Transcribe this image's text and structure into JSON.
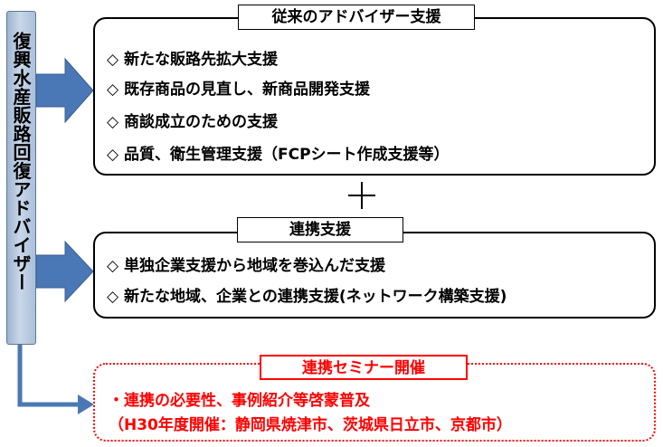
{
  "advisor": {
    "label": "復興水産販路回復アドバイザー"
  },
  "traditional": {
    "title": "従来のアドバイザー支援",
    "items": [
      "◇ 新たな販路先拡大支援",
      "◇ 既存商品の見直し、新商品開発支援",
      "◇ 商談成立のための支援",
      "◇ 品質、衛生管理支援（FCPシート作成支援等）"
    ]
  },
  "plus_sign": "+",
  "cooperation": {
    "title": "連携支援",
    "items": [
      "◇ 単独企業支援から地域を巻込んだ支援",
      "◇ 新たな地域、企業との連携支援(ネットワーク構築支援)"
    ]
  },
  "seminar": {
    "title": "連携セミナー開催",
    "line1": "・連携の必要性、事例紹介等啓蒙普及",
    "line2": "（H30年度開催：静岡県焼津市、茨城県日立市、京都市）"
  },
  "colors": {
    "arrow": "#4a77b5",
    "seminar_accent": "#ff0000",
    "advisor_box": "#b8c9df"
  }
}
